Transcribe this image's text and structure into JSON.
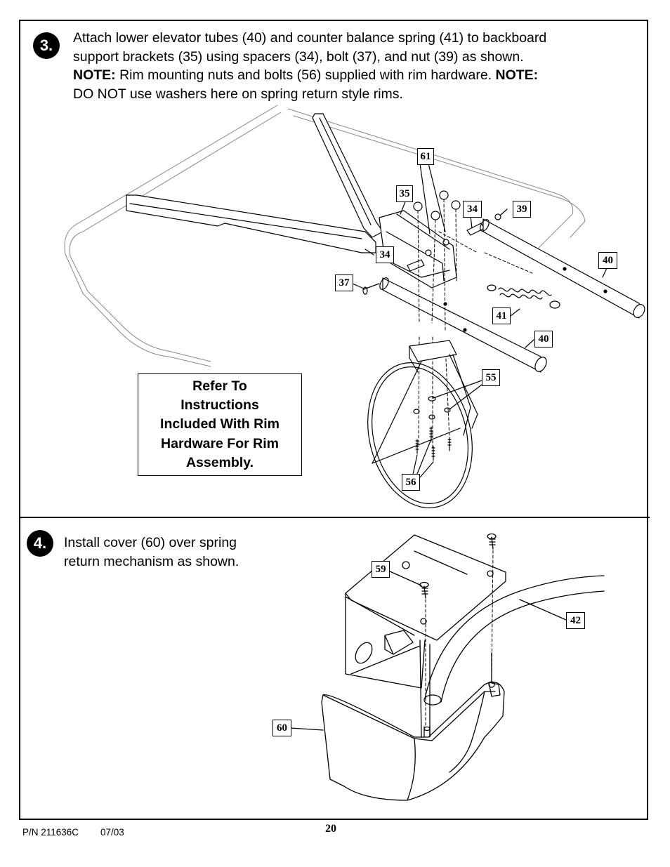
{
  "step3": {
    "number": "3.",
    "line1": "Attach lower elevator tubes (40) and counter balance spring (41) to backboard",
    "line2": "support brackets (35) using spacers (34), bolt (37), and nut (39) as shown.",
    "note_label_1": "NOTE:",
    "note_text_1": " Rim mounting nuts and bolts (56) supplied with rim hardware.  ",
    "note_label_2": "NOTE:",
    "line4": "DO NOT use washers here on spring return style rims.",
    "refer_box": [
      "Refer To",
      "Instructions",
      "Included With Rim",
      "Hardware For Rim",
      "Assembly."
    ],
    "callouts": {
      "c61": "61",
      "c35": "35",
      "c34a": "34",
      "c39": "39",
      "c34b": "34",
      "c40a": "40",
      "c37": "37",
      "c41": "41",
      "c40b": "40",
      "c55": "55",
      "c56": "56"
    }
  },
  "step4": {
    "number": "4.",
    "line1": "Install cover (60) over spring",
    "line2": "return mechanism as shown.",
    "callouts": {
      "c59": "59",
      "c42": "42",
      "c60": "60"
    }
  },
  "footer": {
    "part_number": "P/N 211636C",
    "date": "07/03",
    "page": "20"
  }
}
